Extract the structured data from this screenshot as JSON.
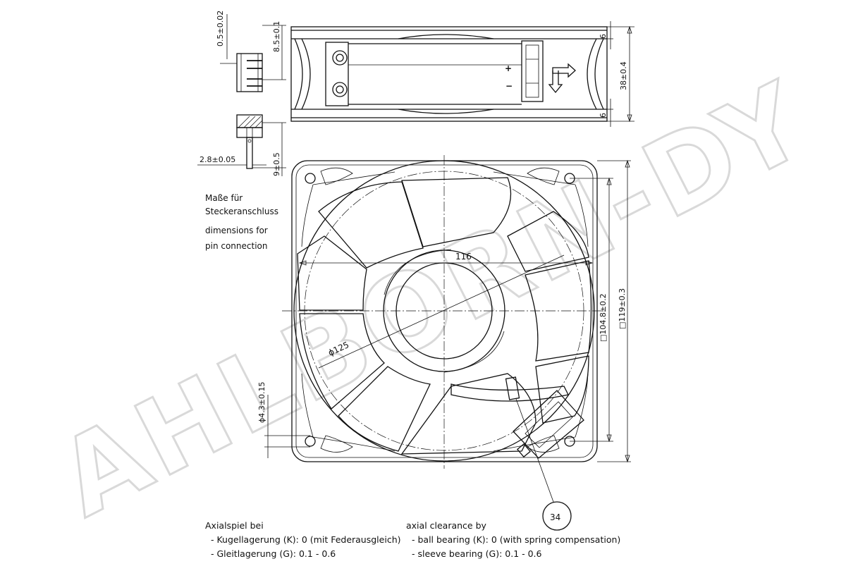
{
  "watermark": "AHLBORN-DY",
  "top_view": {
    "dim_thickness": "0.5±0.02",
    "dim_pin_length": "8.5±0.1",
    "dim_flange_top": "6",
    "dim_flange_bottom": "6",
    "dim_height": "38±0.4",
    "dim_pin_width": "2.8±0.05",
    "dim_pin_depth": "9±0.5",
    "plus_sign": "+",
    "minus_sign": "−"
  },
  "connector_note": {
    "de_line1": "Maße für",
    "de_line2": "Steckeranschluss",
    "en_line1": "dimensions for",
    "en_line2": "pin connection"
  },
  "front_view": {
    "dim_hole_spacing": "116",
    "dim_diameter": "ϕ125",
    "dim_hole_pitch": "□104.8±0.2",
    "dim_outer": "□119±0.3",
    "dim_hole_diameter": "ϕ4.3±0.15",
    "callout": "34"
  },
  "axial_de": {
    "title": "Axialspiel bei",
    "line1": "- Kugellagerung (K): 0 (mit Federausgleich)",
    "line2": "- Gleitlagerung (G): 0.1 - 0.6"
  },
  "axial_en": {
    "title": "axial clearance by",
    "line1": "- ball bearing (K): 0 (with spring compensation)",
    "line2": "- sleeve bearing (G): 0.1 - 0.6"
  }
}
